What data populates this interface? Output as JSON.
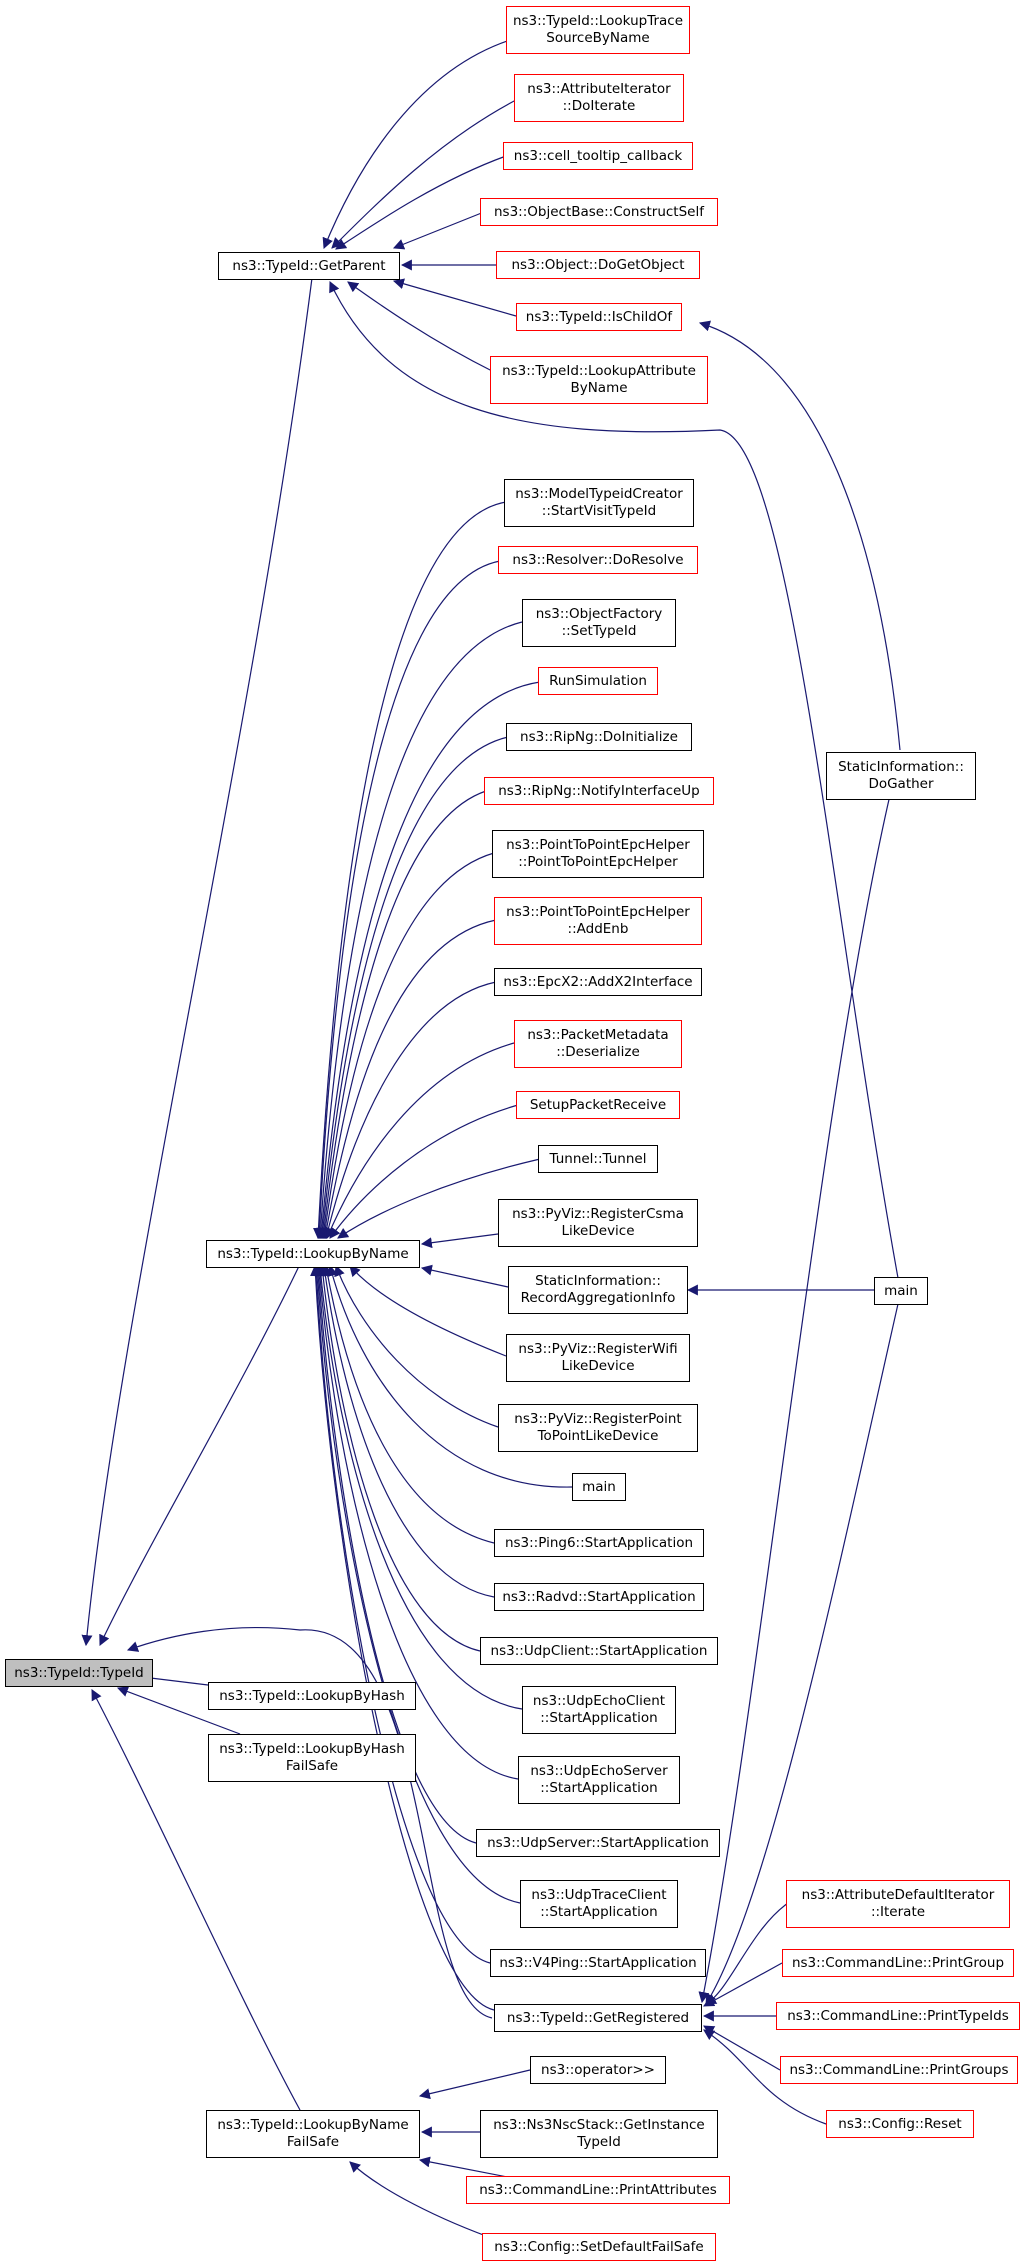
{
  "colors": {
    "edge": "#191970",
    "box_border": "#000000",
    "red_border": "#ff0000",
    "root_fill": "#bfbfbf"
  },
  "nodes": {
    "typeid": "ns3::TypeId::TypeId",
    "getparent": "ns3::TypeId::GetParent",
    "lookupbyname": "ns3::TypeId::LookupByName",
    "lookupbyhash": "ns3::TypeId::LookupByHash",
    "lookupbyhashfailsafe": "ns3::TypeId::LookupByHash\nFailSafe",
    "lookupbynamefailsafe": "ns3::TypeId::LookupByName\nFailSafe",
    "getregistered": "ns3::TypeId::GetRegistered",
    "lookuptracesource": "ns3::TypeId::LookupTrace\nSourceByName",
    "attributeiterator": "ns3::AttributeIterator\n::DoIterate",
    "celltooltip": "ns3::cell_tooltip_callback",
    "constructself": "ns3::ObjectBase::ConstructSelf",
    "dogetobject": "ns3::Object::DoGetObject",
    "ischildof": "ns3::TypeId::IsChildOf",
    "lookupattribute": "ns3::TypeId::LookupAttribute\nByName",
    "staticdogather": "StaticInformation::\nDoGather",
    "main_right": "main",
    "modeltypeid": "ns3::ModelTypeidCreator\n::StartVisitTypeId",
    "resolver": "ns3::Resolver::DoResolve",
    "objectfactory": "ns3::ObjectFactory\n::SetTypeId",
    "runsimulation": "RunSimulation",
    "ripnginit": "ns3::RipNg::DoInitialize",
    "ripngnotify": "ns3::RipNg::NotifyInterfaceUp",
    "p2pepc": "ns3::PointToPointEpcHelper\n::PointToPointEpcHelper",
    "p2pepcaddenb": "ns3::PointToPointEpcHelper\n::AddEnb",
    "epcx2": "ns3::EpcX2::AddX2Interface",
    "packetmetadata": "ns3::PacketMetadata\n::Deserialize",
    "setuppacketreceive": "SetupPacketReceive",
    "tunnel": "Tunnel::Tunnel",
    "pyvizcsma": "ns3::PyViz::RegisterCsma\nLikeDevice",
    "staticrecord": "StaticInformation::\nRecordAggregationInfo",
    "pyvizwifi": "ns3::PyViz::RegisterWifi\nLikeDevice",
    "pyvizp2p": "ns3::PyViz::RegisterPoint\nToPointLikeDevice",
    "main_mid": "main",
    "ping6": "ns3::Ping6::StartApplication",
    "radvd": "ns3::Radvd::StartApplication",
    "udpclient": "ns3::UdpClient::StartApplication",
    "udpechoclient": "ns3::UdpEchoClient\n::StartApplication",
    "udpechoserver": "ns3::UdpEchoServer\n::StartApplication",
    "udpserver": "ns3::UdpServer::StartApplication",
    "udptraceclient": "ns3::UdpTraceClient\n::StartApplication",
    "v4ping": "ns3::V4Ping::StartApplication",
    "attrdefaultiter": "ns3::AttributeDefaultIterator\n::Iterate",
    "printgroup": "ns3::CommandLine::PrintGroup",
    "printtypeids": "ns3::CommandLine::PrintTypeIds",
    "printgroups": "ns3::CommandLine::PrintGroups",
    "configreset": "ns3::Config::Reset",
    "operatorshift": "ns3::operator>>",
    "nscstack": "ns3::Ns3NscStack::GetInstance\nTypeId",
    "printattributes": "ns3::CommandLine::PrintAttributes",
    "setdefaultfailsafe": "ns3::Config::SetDefaultFailSafe"
  }
}
